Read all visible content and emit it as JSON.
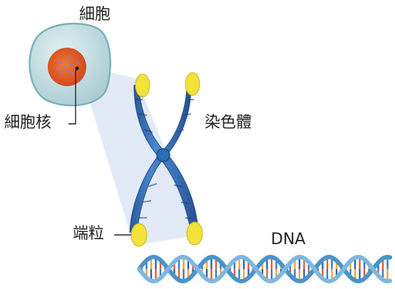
{
  "labels": {
    "cell": "細胞",
    "nucleus": "細胞核",
    "chromosome": "染色體",
    "telomere": "端粒",
    "dna": "DNA"
  },
  "colors": {
    "cell_fill": "#cfe6ea",
    "nucleus_fill": "#e85a2a",
    "chromatid": "#3a6fb5",
    "telomere": "#f2e23a",
    "dna_backbone": "#4a93c9"
  }
}
